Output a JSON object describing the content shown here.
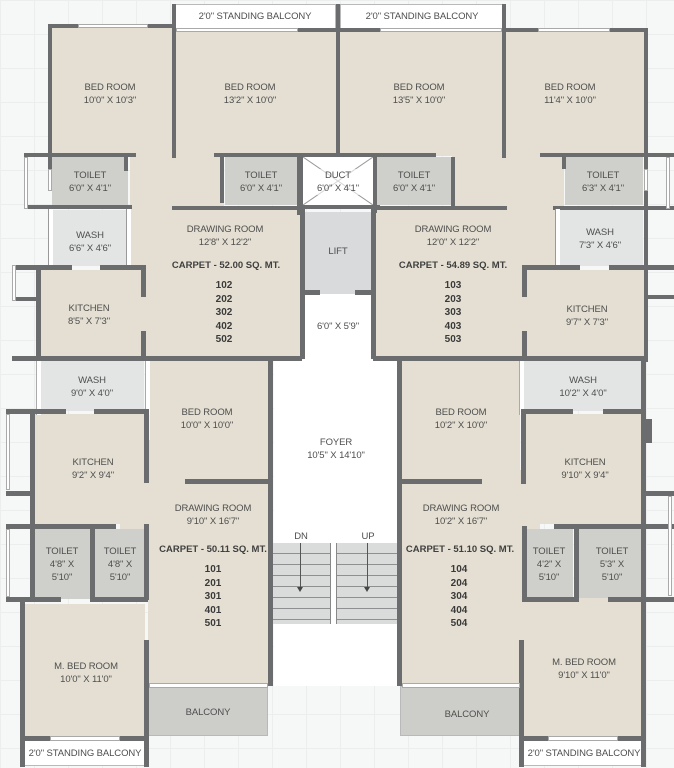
{
  "plan": {
    "type": "typical-floor-plan",
    "top_balconies": [
      {
        "label": "2'0\" STANDING BALCONY"
      },
      {
        "label": "2'0\" STANDING BALCONY"
      }
    ],
    "bottom_balconies": [
      {
        "label": "2'0\" STANDING BALCONY"
      },
      {
        "label": "2'0\" STANDING BALCONY"
      }
    ],
    "core": {
      "duct": {
        "name": "DUCT",
        "dim": "6'0\" X 4'1\""
      },
      "lift": {
        "name": "LIFT"
      },
      "lobby": {
        "dim": "6'0\" X 5'9\""
      },
      "foyer": {
        "name": "FOYER",
        "dim": "10'5\" X 14'10\""
      },
      "stairs": {
        "down_label": "DN",
        "up_label": "UP"
      }
    },
    "units": {
      "unit_2": {
        "carpet": "CARPET - 52.00 SQ. MT.",
        "flat_numbers": [
          "102",
          "202",
          "302",
          "402",
          "502"
        ],
        "rooms": {
          "bed_a": {
            "name": "BED ROOM",
            "dim": "10'0\" X 10'3\""
          },
          "bed_b": {
            "name": "BED ROOM",
            "dim": "13'2\" X 10'0\""
          },
          "toilet_a": {
            "name": "TOILET",
            "dim": "6'0\" X 4'1\""
          },
          "toilet_b": {
            "name": "TOILET",
            "dim": "6'0\" X 4'1\""
          },
          "wash": {
            "name": "WASH",
            "dim": "6'6\" X 4'6\""
          },
          "drawing": {
            "name": "DRAWING ROOM",
            "dim": "12'8\" X 12'2\""
          },
          "kitchen": {
            "name": "KITCHEN",
            "dim": "8'5\" X 7'3\""
          }
        }
      },
      "unit_3": {
        "carpet": "CARPET - 54.89 SQ. MT.",
        "flat_numbers": [
          "103",
          "203",
          "303",
          "403",
          "503"
        ],
        "rooms": {
          "bed_a": {
            "name": "BED ROOM",
            "dim": "13'5\" X 10'0\""
          },
          "bed_b": {
            "name": "BED ROOM",
            "dim": "11'4\" X 10'0\""
          },
          "toilet_a": {
            "name": "TOILET",
            "dim": "6'0\" X 4'1\""
          },
          "toilet_b": {
            "name": "TOILET",
            "dim": "6'3\" X 4'1\""
          },
          "wash": {
            "name": "WASH",
            "dim": "7'3\" X 4'6\""
          },
          "drawing": {
            "name": "DRAWING ROOM",
            "dim": "12'0\" X 12'2\""
          },
          "kitchen": {
            "name": "KITCHEN",
            "dim": "9'7\" X 7'3\""
          }
        }
      },
      "unit_1": {
        "carpet": "CARPET - 50.11 SQ. MT.",
        "flat_numbers": [
          "101",
          "201",
          "301",
          "401",
          "501"
        ],
        "rooms": {
          "wash": {
            "name": "WASH",
            "dim": "9'0\" X 4'0\""
          },
          "bed": {
            "name": "BED ROOM",
            "dim": "10'0\" X 10'0\""
          },
          "kitchen": {
            "name": "KITCHEN",
            "dim": "9'2\" X 9'4\""
          },
          "drawing": {
            "name": "DRAWING ROOM",
            "dim": "9'10\" X 16'7\""
          },
          "toilet_a": {
            "name": "TOILET",
            "dim1": "4'8\" X",
            "dim2": "5'10\""
          },
          "toilet_b": {
            "name": "TOILET",
            "dim1": "4'8\" X",
            "dim2": "5'10\""
          },
          "master_bed": {
            "name": "M. BED ROOM",
            "dim": "10'0\" X 11'0\""
          },
          "balcony": {
            "name": "BALCONY"
          }
        }
      },
      "unit_4": {
        "carpet": "CARPET - 51.10 SQ. MT.",
        "flat_numbers": [
          "104",
          "204",
          "304",
          "404",
          "504"
        ],
        "rooms": {
          "wash": {
            "name": "WASH",
            "dim": "10'2\" X 4'0\""
          },
          "bed": {
            "name": "BED ROOM",
            "dim": "10'2\" X 10'0\""
          },
          "kitchen": {
            "name": "KITCHEN",
            "dim": "9'10\" X 9'4\""
          },
          "drawing": {
            "name": "DRAWING ROOM",
            "dim": "10'2\" X 16'7\""
          },
          "toilet_a": {
            "name": "TOILET",
            "dim1": "4'2\" X",
            "dim2": "5'10\""
          },
          "toilet_b": {
            "name": "TOILET",
            "dim1": "5'3\" X",
            "dim2": "5'10\""
          },
          "master_bed": {
            "name": "M. BED ROOM",
            "dim": "9'10\" X 11'0\""
          },
          "balcony": {
            "name": "BALCONY"
          }
        }
      }
    },
    "colors": {
      "wall": "#6b6c6e",
      "room_fill": "#e4dfd2",
      "wet_area_fill": "#cfcfcb",
      "wash_fill": "#e3e4e4",
      "circulation_fill": "#ffffff"
    }
  }
}
